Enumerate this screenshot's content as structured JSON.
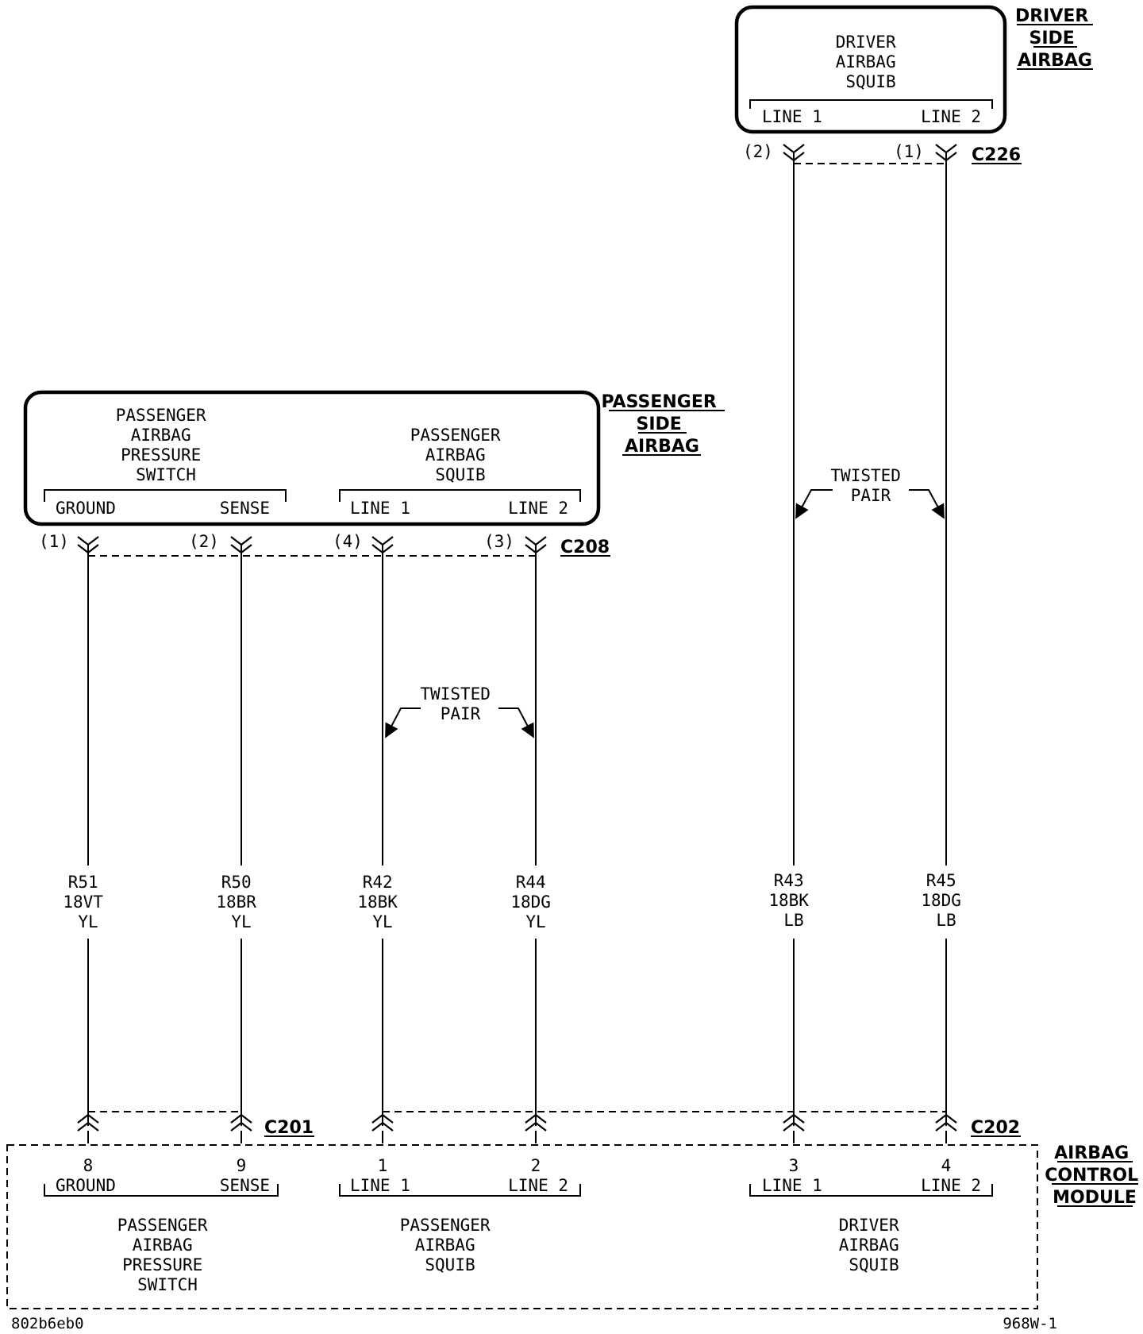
{
  "driver_airbag": {
    "title": [
      "DRIVER",
      "SIDE",
      "AIRBAG"
    ],
    "component": [
      "DRIVER",
      "AIRBAG",
      "SQUIB"
    ],
    "line1": "LINE 1",
    "line2": "LINE 2",
    "connector": "C226",
    "pin_line1": "(2)",
    "pin_line2": "(1)",
    "twisted": [
      "TWISTED",
      "PAIR"
    ]
  },
  "passenger_airbag": {
    "title": [
      "PASSENGER",
      "SIDE",
      "AIRBAG"
    ],
    "switch": [
      "PASSENGER",
      "AIRBAG",
      "PRESSURE",
      "SWITCH"
    ],
    "squib": [
      "PASSENGER",
      "AIRBAG",
      "SQUIB"
    ],
    "ground": "GROUND",
    "sense": "SENSE",
    "line1": "LINE 1",
    "line2": "LINE 2",
    "connector": "C208",
    "pins": [
      "(1)",
      "(2)",
      "(4)",
      "(3)"
    ],
    "twisted": [
      "TWISTED",
      "PAIR"
    ]
  },
  "wires": [
    {
      "circuit": "R51",
      "gauge": "18VT",
      "tracer": "YL"
    },
    {
      "circuit": "R50",
      "gauge": "18BR",
      "tracer": "YL"
    },
    {
      "circuit": "R42",
      "gauge": "18BK",
      "tracer": "YL"
    },
    {
      "circuit": "R44",
      "gauge": "18DG",
      "tracer": "YL"
    },
    {
      "circuit": "R43",
      "gauge": "18BK",
      "tracer": "LB"
    },
    {
      "circuit": "R45",
      "gauge": "18DG",
      "tracer": "LB"
    }
  ],
  "module": {
    "title": [
      "AIRBAG",
      "CONTROL",
      "MODULE"
    ],
    "connector_left": "C201",
    "connector_right": "C202",
    "pins": [
      {
        "num": "8",
        "label": "GROUND"
      },
      {
        "num": "9",
        "label": "SENSE"
      },
      {
        "num": "1",
        "label": "LINE 1"
      },
      {
        "num": "2",
        "label": "LINE 2"
      },
      {
        "num": "3",
        "label": "LINE 1"
      },
      {
        "num": "4",
        "label": "LINE 2"
      }
    ],
    "group_switch": [
      "PASSENGER",
      "AIRBAG",
      "PRESSURE",
      "SWITCH"
    ],
    "group_pass_squib": [
      "PASSENGER",
      "AIRBAG",
      "SQUIB"
    ],
    "group_driver_squib": [
      "DRIVER",
      "AIRBAG",
      "SQUIB"
    ]
  },
  "footer": {
    "left": "802b6eb0",
    "right": "968W-1"
  }
}
